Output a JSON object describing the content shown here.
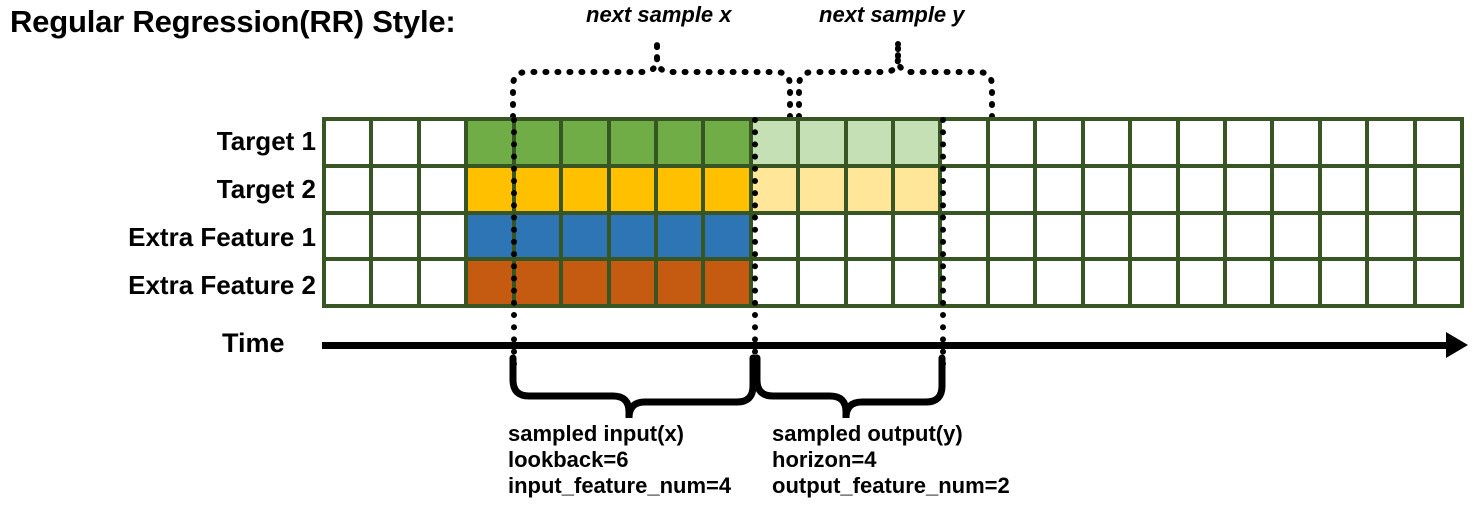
{
  "title": "Regular Regression(RR) Style:",
  "rows": [
    {
      "label": "Target 1",
      "name": "target-1"
    },
    {
      "label": "Target 2",
      "name": "target-2"
    },
    {
      "label": "Extra Feature 1",
      "name": "extra-feature-1"
    },
    {
      "label": "Extra Feature 2",
      "name": "extra-feature-2"
    }
  ],
  "axis": {
    "label": "Time"
  },
  "top_braces": [
    {
      "label": "next sample x",
      "name": "next-sample-x"
    },
    {
      "label": "next sample y",
      "name": "next-sample-y"
    }
  ],
  "bottom_annotations": [
    {
      "name": "sampled-input",
      "lines": [
        "sampled input(x)",
        "lookback=6",
        "input_feature_num=4"
      ]
    },
    {
      "name": "sampled-output",
      "lines": [
        "sampled output(y)",
        "horizon=4",
        "output_feature_num=2"
      ]
    }
  ],
  "colors": {
    "grid_border": "#375623",
    "empty": "#ffffff",
    "target1_strong": "#70AD47",
    "target1_light": "#C5E0B4",
    "target2_strong": "#FFC000",
    "target2_light": "#FFE699",
    "extra1": "#2E75B6",
    "extra2": "#C55A11",
    "axis": "#000000"
  },
  "chart_data": {
    "type": "heatmap",
    "title": "Regular Regression(RR) Style:",
    "columns": 24,
    "lead_blank": 3,
    "lookback": 6,
    "horizon": 4,
    "input_feature_num": 4,
    "output_feature_num": 2,
    "xlabel": "Time",
    "row_names": [
      "Target 1",
      "Target 2",
      "Extra Feature 1",
      "Extra Feature 2"
    ],
    "cells": {
      "Target 1": [
        "empty",
        "empty",
        "empty",
        "target1_strong",
        "target1_strong",
        "target1_strong",
        "target1_strong",
        "target1_strong",
        "target1_strong",
        "target1_light",
        "target1_light",
        "target1_light",
        "target1_light",
        "empty",
        "empty",
        "empty",
        "empty",
        "empty",
        "empty",
        "empty",
        "empty",
        "empty",
        "empty",
        "empty"
      ],
      "Target 2": [
        "empty",
        "empty",
        "empty",
        "target2_strong",
        "target2_strong",
        "target2_strong",
        "target2_strong",
        "target2_strong",
        "target2_strong",
        "target2_light",
        "target2_light",
        "target2_light",
        "target2_light",
        "empty",
        "empty",
        "empty",
        "empty",
        "empty",
        "empty",
        "empty",
        "empty",
        "empty",
        "empty",
        "empty"
      ],
      "Extra Feature 1": [
        "empty",
        "empty",
        "empty",
        "extra1",
        "extra1",
        "extra1",
        "extra1",
        "extra1",
        "extra1",
        "empty",
        "empty",
        "empty",
        "empty",
        "empty",
        "empty",
        "empty",
        "empty",
        "empty",
        "empty",
        "empty",
        "empty",
        "empty",
        "empty",
        "empty"
      ],
      "Extra Feature 2": [
        "empty",
        "empty",
        "empty",
        "extra2",
        "extra2",
        "extra2",
        "extra2",
        "extra2",
        "extra2",
        "empty",
        "empty",
        "empty",
        "empty",
        "empty",
        "empty",
        "empty",
        "empty",
        "empty",
        "empty",
        "empty",
        "empty",
        "empty",
        "empty",
        "empty"
      ]
    }
  }
}
